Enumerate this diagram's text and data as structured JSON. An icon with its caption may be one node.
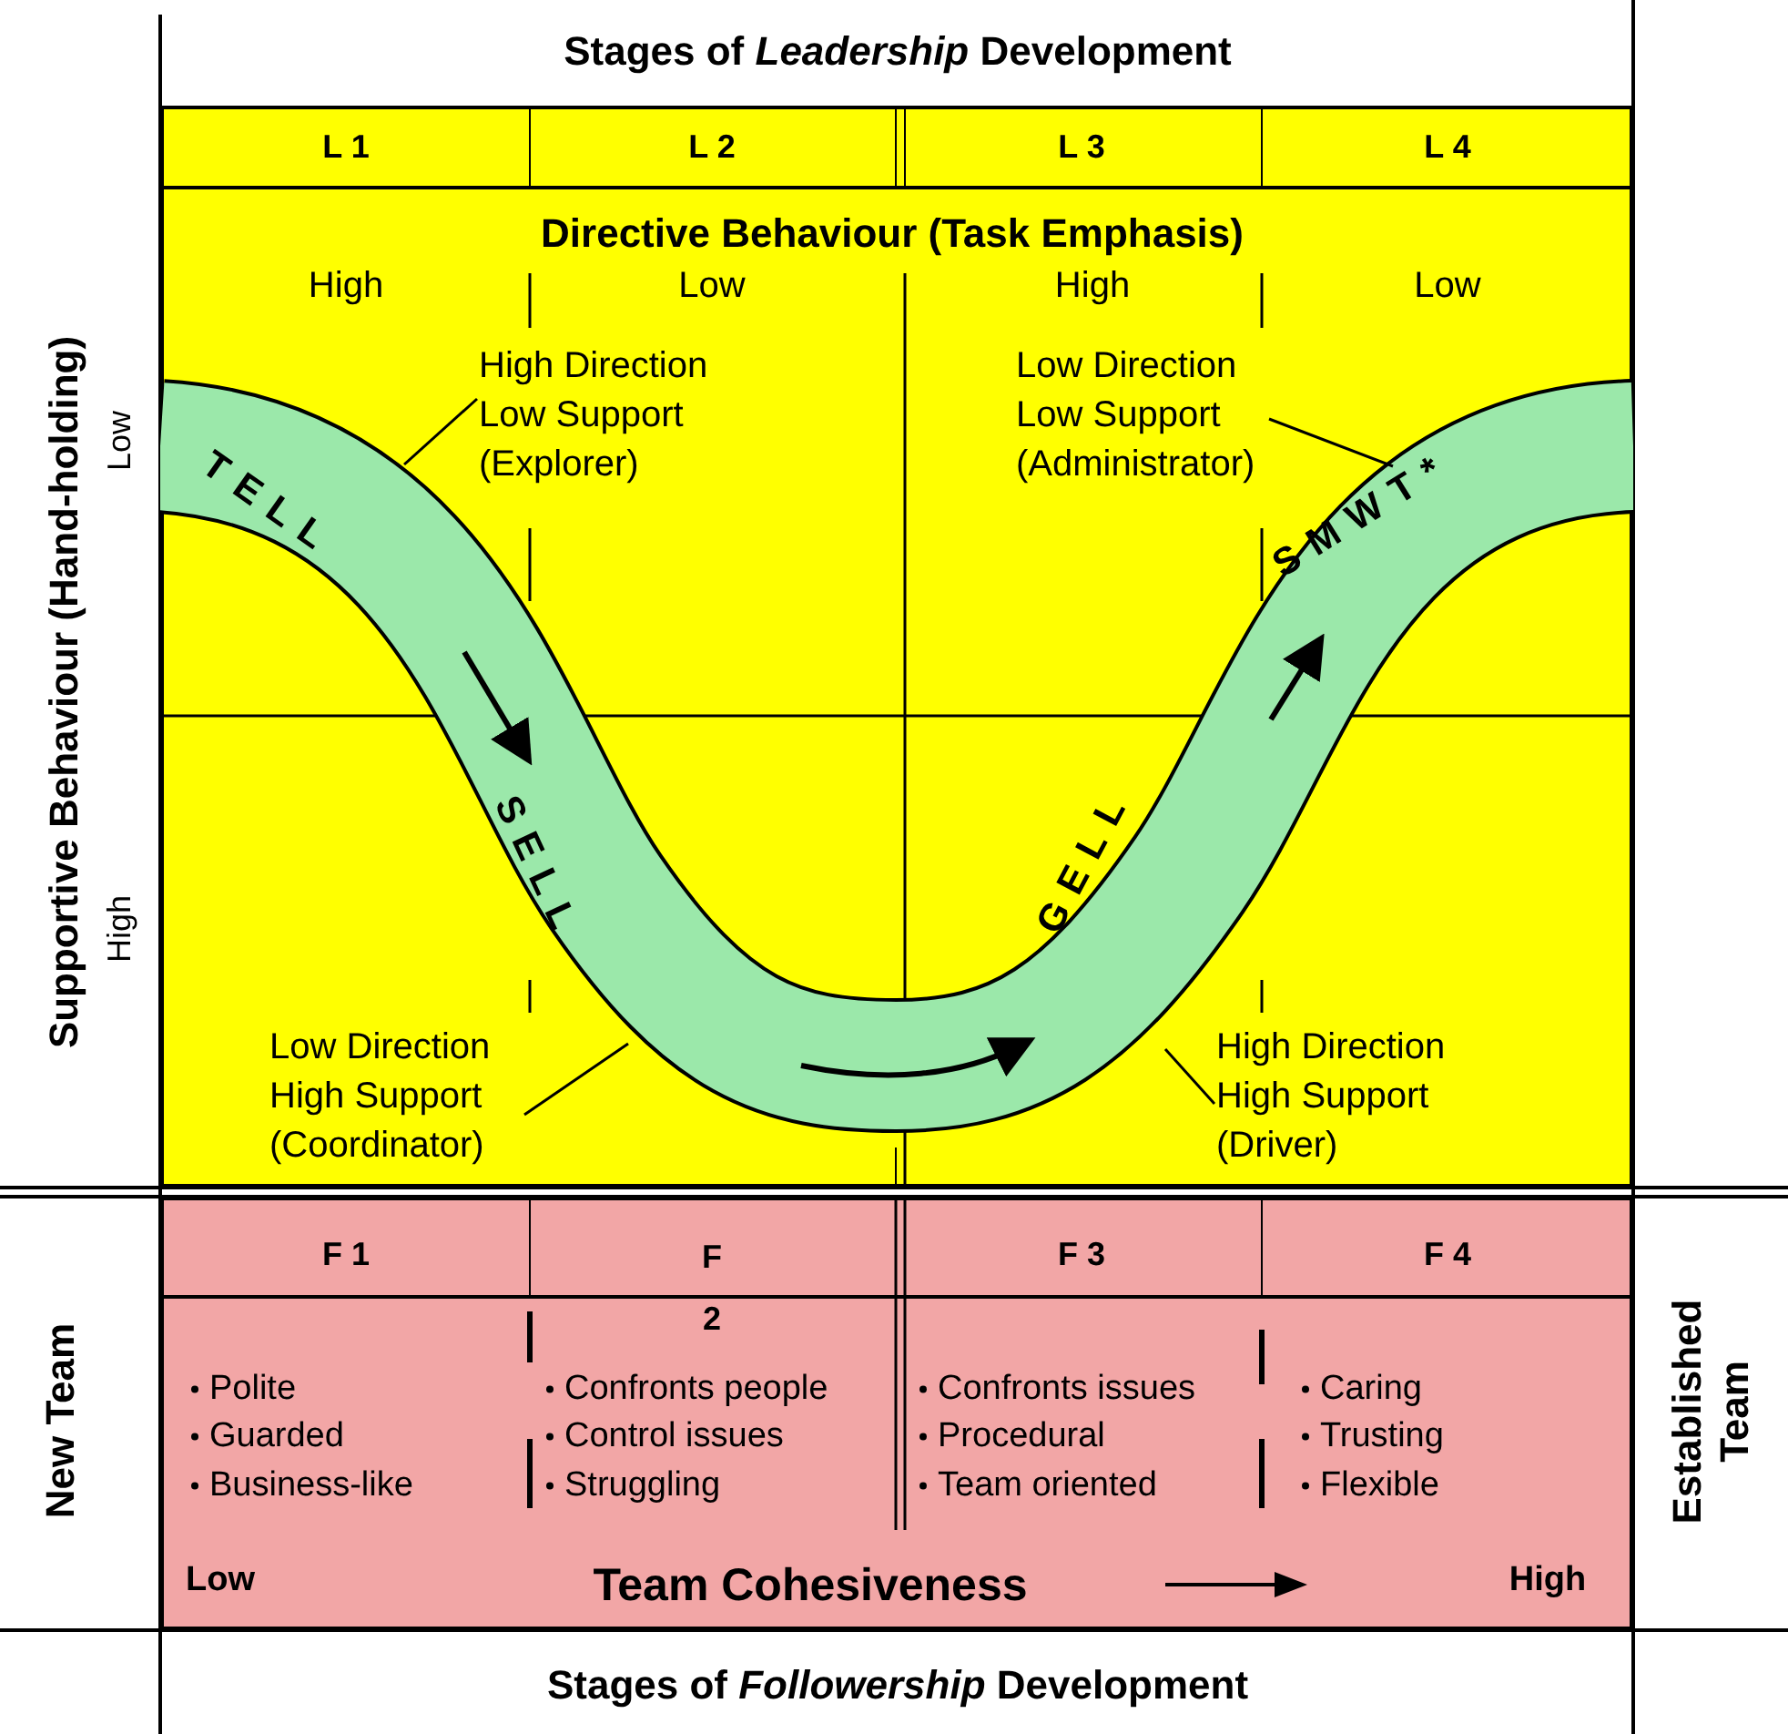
{
  "diagram": {
    "nodes": [
      {
        "text": [
          "TELL",
          "SELL",
          "GELL",
          "SMWT*"
        ]
      },
      {
        "text": [
          "High Direction Low Support (Explorer)"
        ]
      },
      {
        "text": [
          "Low Direction Low Support (Administrator)"
        ]
      },
      {
        "text": [
          "Low Direction High Support (Coordinator)"
        ]
      },
      {
        "text": [
          "High Direction High Support (Driver)"
        ]
      }
    ],
    "edges": [
      {
        "from": 1,
        "to": 0,
        "arrow": "none"
      },
      {
        "from": 2,
        "to": 0,
        "arrow": "none"
      },
      {
        "from": 3,
        "to": 0,
        "arrow": "none"
      },
      {
        "from": 4,
        "to": 0,
        "arrow": "none"
      }
    ],
    "labels": [
      "Stages of *Leadership* Development",
      "L 1",
      "L 2",
      "L 3",
      "L 4",
      "Directive Behaviour (Task Emphasis)",
      "High",
      "Low",
      "High",
      "Low",
      "Supportive Behaviour (Hand-holding)",
      "Low",
      "High",
      "F 1",
      "F 2",
      "F 3",
      "F 4",
      "New Team",
      "Polite",
      "Guarded",
      "Business-like",
      "Confronts people",
      "Control issues",
      "Struggling",
      "Confronts issues",
      "Procedural",
      "Team oriented",
      "Caring",
      "Trusting",
      "Flexible",
      "Established Team",
      "Low",
      "Team Cohesiveness",
      "High",
      "Stages of *Followership* Development"
    ]
  }
}
